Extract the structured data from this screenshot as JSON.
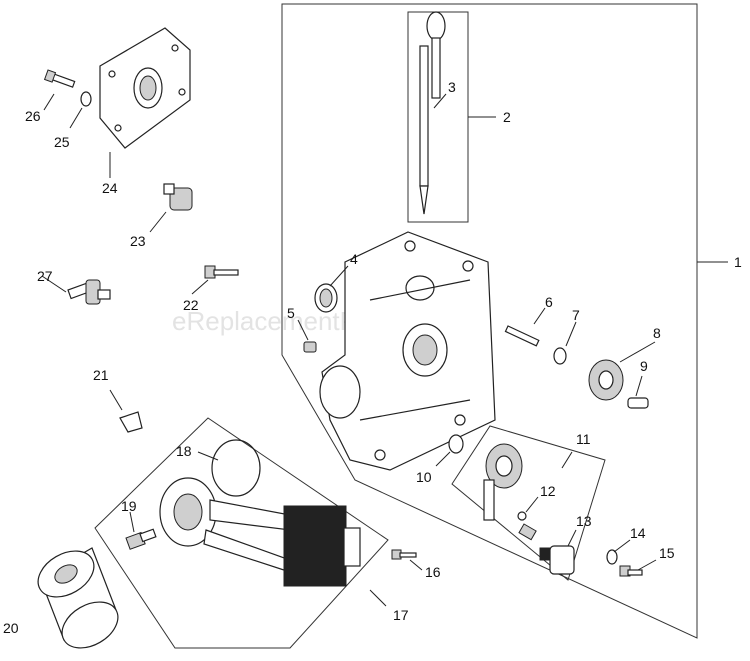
{
  "watermark": "eReplacementParts.com",
  "callouts": [
    {
      "id": "1",
      "label": "1"
    },
    {
      "id": "2",
      "label": "2"
    },
    {
      "id": "3",
      "label": "3"
    },
    {
      "id": "4",
      "label": "4"
    },
    {
      "id": "5",
      "label": "5"
    },
    {
      "id": "6",
      "label": "6"
    },
    {
      "id": "7",
      "label": "7"
    },
    {
      "id": "8",
      "label": "8"
    },
    {
      "id": "9",
      "label": "9"
    },
    {
      "id": "10",
      "label": "10"
    },
    {
      "id": "11",
      "label": "11"
    },
    {
      "id": "12",
      "label": "12"
    },
    {
      "id": "13",
      "label": "13"
    },
    {
      "id": "14",
      "label": "14"
    },
    {
      "id": "15",
      "label": "15"
    },
    {
      "id": "16",
      "label": "16"
    },
    {
      "id": "17",
      "label": "17"
    },
    {
      "id": "18",
      "label": "18"
    },
    {
      "id": "19",
      "label": "19"
    },
    {
      "id": "20",
      "label": "20"
    },
    {
      "id": "21",
      "label": "21"
    },
    {
      "id": "22",
      "label": "22"
    },
    {
      "id": "23",
      "label": "23"
    },
    {
      "id": "24",
      "label": "24"
    },
    {
      "id": "25",
      "label": "25"
    },
    {
      "id": "26",
      "label": "26"
    },
    {
      "id": "27",
      "label": "27"
    }
  ]
}
